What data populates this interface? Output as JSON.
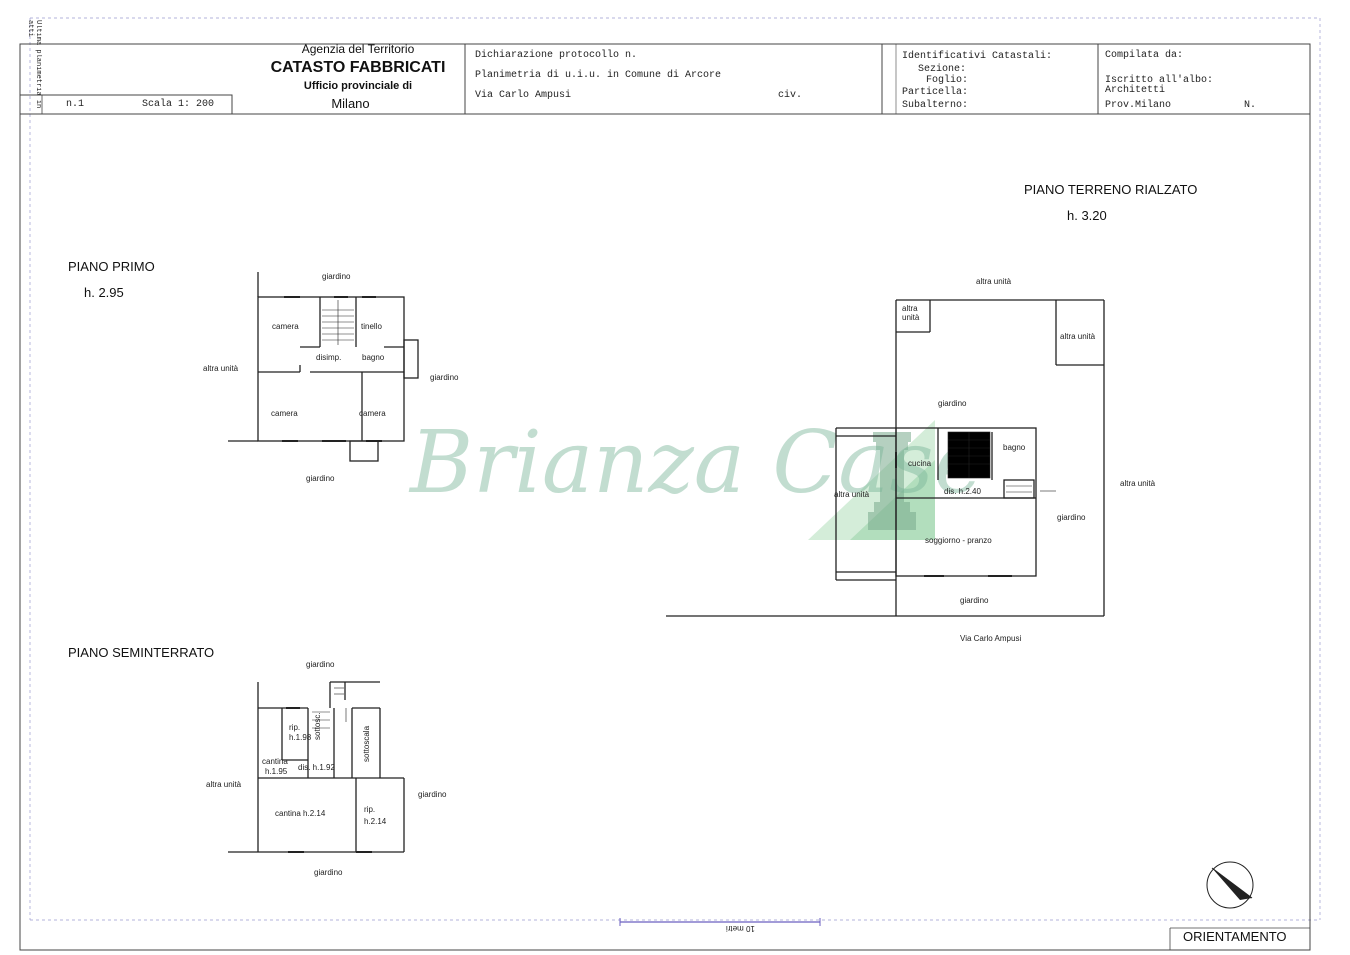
{
  "agency": {
    "line1": "Agenzia del Territorio",
    "line2": "CATASTO FABBRICATI",
    "line3": "Ufficio provinciale di",
    "line4": "Milano"
  },
  "sheet": {
    "number_label": "n.1",
    "scale_label": "Scala 1: 200"
  },
  "declaration": {
    "protocol": "Dichiarazione protocollo n.",
    "planimetry": "Planimetria di u.i.u. in Comune di Arcore",
    "street": "Via Carlo Ampusi",
    "civ": "civ."
  },
  "identifiers": {
    "title": "Identificativi Catastali:",
    "sezione": "Sezione:",
    "foglio": "Foglio:",
    "particella": "Particella:",
    "subalterno": "Subalterno:"
  },
  "compiled": {
    "title": "Compilata da:",
    "iscritto": "Iscritto all'albo:",
    "architetti": "Architetti",
    "prov": "Prov.Milano",
    "n": "N."
  },
  "side_note": "Ultima planimetria in atti",
  "floors": {
    "primo": {
      "title": "PIANO PRIMO",
      "height": "h. 2.95",
      "labels": {
        "giardino_top": "giardino",
        "camera1": "camera",
        "tinello": "tinello",
        "disimp": "disimp.",
        "bagno": "bagno",
        "altra_unita": "altra unità",
        "giardino_right": "giardino",
        "camera2": "camera",
        "camera3": "camera",
        "giardino_bottom": "giardino"
      }
    },
    "terreno": {
      "title": "PIANO TERRENO RIALZATO",
      "height": "h. 3.20",
      "labels": {
        "altra_unita_top": "altra unità",
        "altra_unita_tl1": "altra",
        "altra_unita_tl2": "unità",
        "altra_unita_tr": "altra unità",
        "giardino_mid": "giardino",
        "cucina": "cucina",
        "bagno": "bagno",
        "altra_unita_left": "altra unità",
        "dis": "dis. h.2.40",
        "altra_unita_right": "altra unità",
        "giardino_right": "giardino",
        "soggiorno": "soggiorno - pranzo",
        "giardino_bottom": "giardino",
        "street": "Via Carlo Ampusi"
      }
    },
    "seminterrato": {
      "title": "PIANO SEMINTERRATO",
      "labels": {
        "giardino_top": "giardino",
        "rip1": "rip.",
        "rip1h": "h.1.98",
        "sottoscala1": "sottosc.",
        "sottoscala2": "sottoscala",
        "cantina1": "cantina",
        "cantina1h": "h.1.95",
        "dis": "dis. h.1.92",
        "altra_unita": "altra unità",
        "giardino_right": "giardino",
        "cantina2": "cantina h.2.14",
        "rip2": "rip.",
        "rip2h": "h.2.14",
        "giardino_bottom": "giardino"
      }
    }
  },
  "watermark": "Brianza  Case",
  "scale_bar": "10 metri",
  "orientation": "ORIENTAMENTO"
}
